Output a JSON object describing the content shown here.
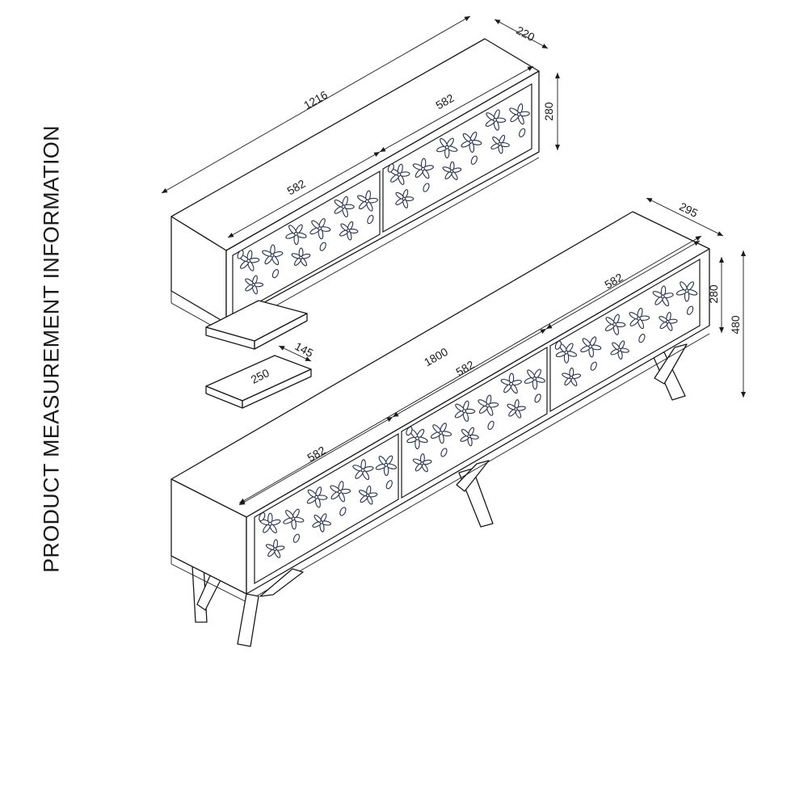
{
  "title": "PRODUCT MEASUREMENT INFORMATION",
  "top_unit": {
    "width": "1216",
    "depth": "220",
    "height": "280",
    "door_left": "582",
    "door_right": "582"
  },
  "shelves": {
    "depth": "145",
    "width": "250"
  },
  "bottom_unit": {
    "width": "1800",
    "depth": "295",
    "body_height": "280",
    "total_height": "480",
    "door_left": "582",
    "door_middle": "582",
    "door_right": "582"
  },
  "colors": {
    "line": "#1a1a1a",
    "pattern": "#2a3148",
    "background": "#ffffff"
  }
}
